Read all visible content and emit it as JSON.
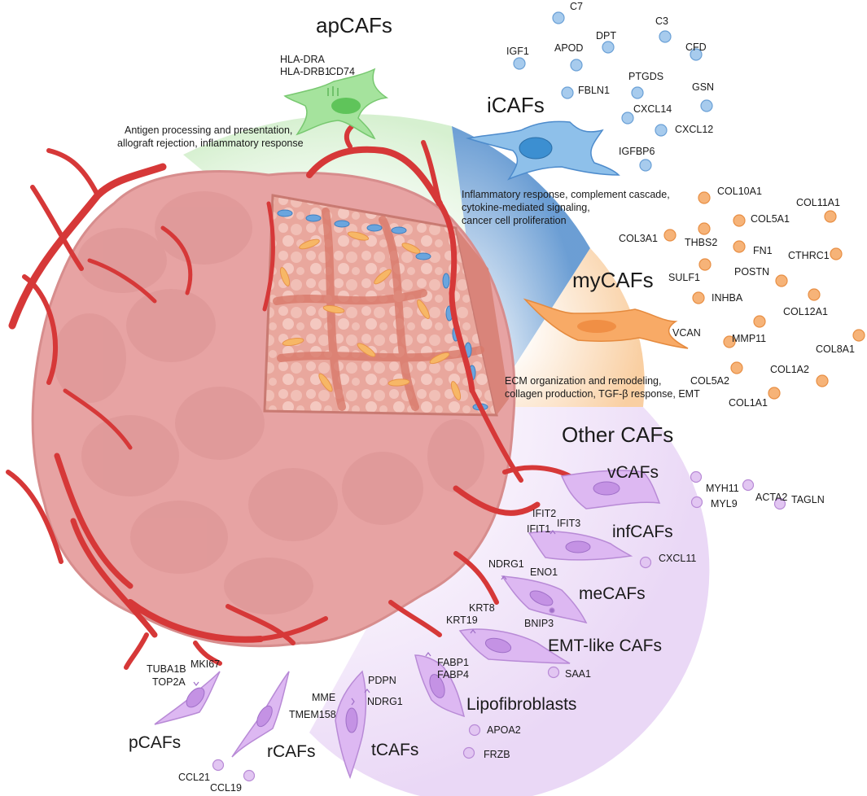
{
  "colors": {
    "apcaf": "#8fd98a",
    "icaf": "#6fa8dc",
    "mycaf": "#f5a25a",
    "other": "#d9b3ef",
    "vessel": "#d63838",
    "tumor": "#e5a0a0"
  },
  "apcafs": {
    "title": "apCAFs",
    "genes": [
      "HLA-DRA",
      "HLA-DRB1",
      "CD74"
    ],
    "description": [
      "Antigen processing and presentation,",
      "allograft rejection, inflammatory response"
    ]
  },
  "icafs": {
    "title": "iCAFs",
    "genes": [
      "C7",
      "C3",
      "IGF1",
      "APOD",
      "DPT",
      "CFD",
      "FBLN1",
      "PTGDS",
      "GSN",
      "CXCL14",
      "CXCL12",
      "IGFBP6"
    ],
    "description": [
      "Inflammatory response, complement cascade,",
      "cytokine-mediated signaling,",
      "cancer cell proliferation"
    ]
  },
  "mycafs": {
    "title": "myCAFs",
    "genes": [
      "COL10A1",
      "COL11A1",
      "COL5A1",
      "COL3A1",
      "THBS2",
      "FN1",
      "CTHRC1",
      "SULF1",
      "POSTN",
      "INHBA",
      "COL12A1",
      "VCAN",
      "MMP11",
      "COL8A1",
      "COL5A2",
      "COL1A2",
      "COL1A1"
    ],
    "description": [
      "ECM organization and remodeling,",
      "collagen production, TGF-β response, EMT"
    ]
  },
  "other": {
    "title": "Other CAFs",
    "vcafs": {
      "title": "vCAFs",
      "genes": [
        "MYH11",
        "ACTA2",
        "MYL9",
        "TAGLN"
      ]
    },
    "infcafs": {
      "title": "infCAFs",
      "genes": [
        "IFIT2",
        "IFIT1",
        "IFIT3",
        "CXCL11"
      ]
    },
    "mecafs": {
      "title": "meCAFs",
      "genes": [
        "NDRG1",
        "ENO1",
        "BNIP3"
      ]
    },
    "emtcafs": {
      "title": "EMT-like CAFs",
      "genes": [
        "KRT8",
        "KRT19",
        "SAA1"
      ]
    },
    "lipo": {
      "title": "Lipofibroblasts",
      "genes": [
        "FABP1",
        "FABP4",
        "APOA2",
        "FRZB"
      ]
    },
    "tcafs": {
      "title": "tCAFs",
      "genes": [
        "PDPN",
        "MME",
        "NDRG1",
        "TMEM158"
      ]
    },
    "rcafs": {
      "title": "rCAFs",
      "genes": [
        "CCL21",
        "CCL19"
      ]
    },
    "pcafs": {
      "title": "pCAFs",
      "genes": [
        "TUBA1B",
        "MKI67",
        "TOP2A"
      ]
    }
  }
}
